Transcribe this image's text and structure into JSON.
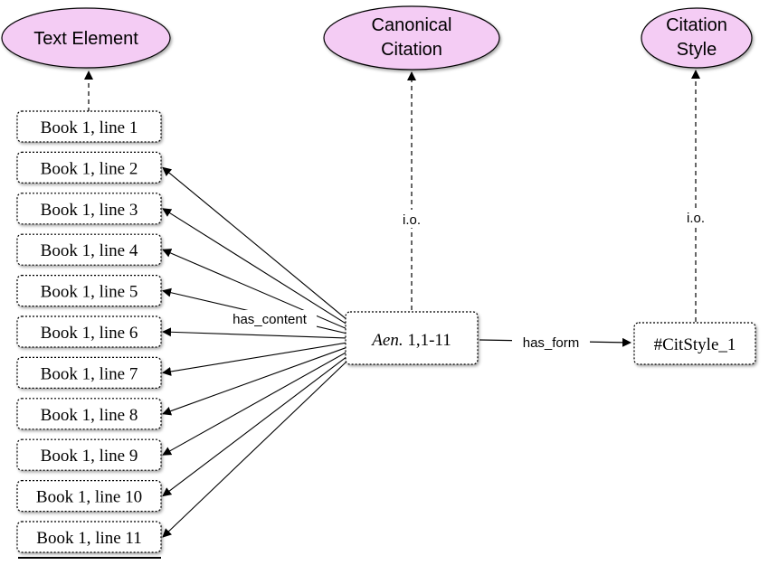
{
  "classes": {
    "text_element": {
      "line1": "Text Element",
      "line2": ""
    },
    "canonical_citation": {
      "line1": "Canonical",
      "line2": "Citation"
    },
    "citation_style": {
      "line1": "Citation",
      "line2": "Style"
    }
  },
  "text_nodes": [
    "Book 1, line 1",
    "Book 1,  line 2",
    "Book 1,  line 3",
    "Book 1,  line 4",
    "Book 1,  line 5",
    "Book 1,  line 6",
    "Book 1,  line 7",
    "Book 1,  line 8",
    "Book 1,  line 9",
    "Book 1,  line 10",
    "Book 1,  line 11"
  ],
  "citation_node": {
    "italic": "Aen.",
    "rest": " 1,1-11"
  },
  "style_node": {
    "label": "#CitStyle_1"
  },
  "edge_labels": {
    "has_content": "has_content",
    "has_form": "has_form",
    "io_canonical": "i.o.",
    "io_style": "i.o."
  },
  "colors": {
    "oval_fill": "#f4ccf4",
    "node_fill": "#ffffff",
    "stroke": "#000000"
  }
}
